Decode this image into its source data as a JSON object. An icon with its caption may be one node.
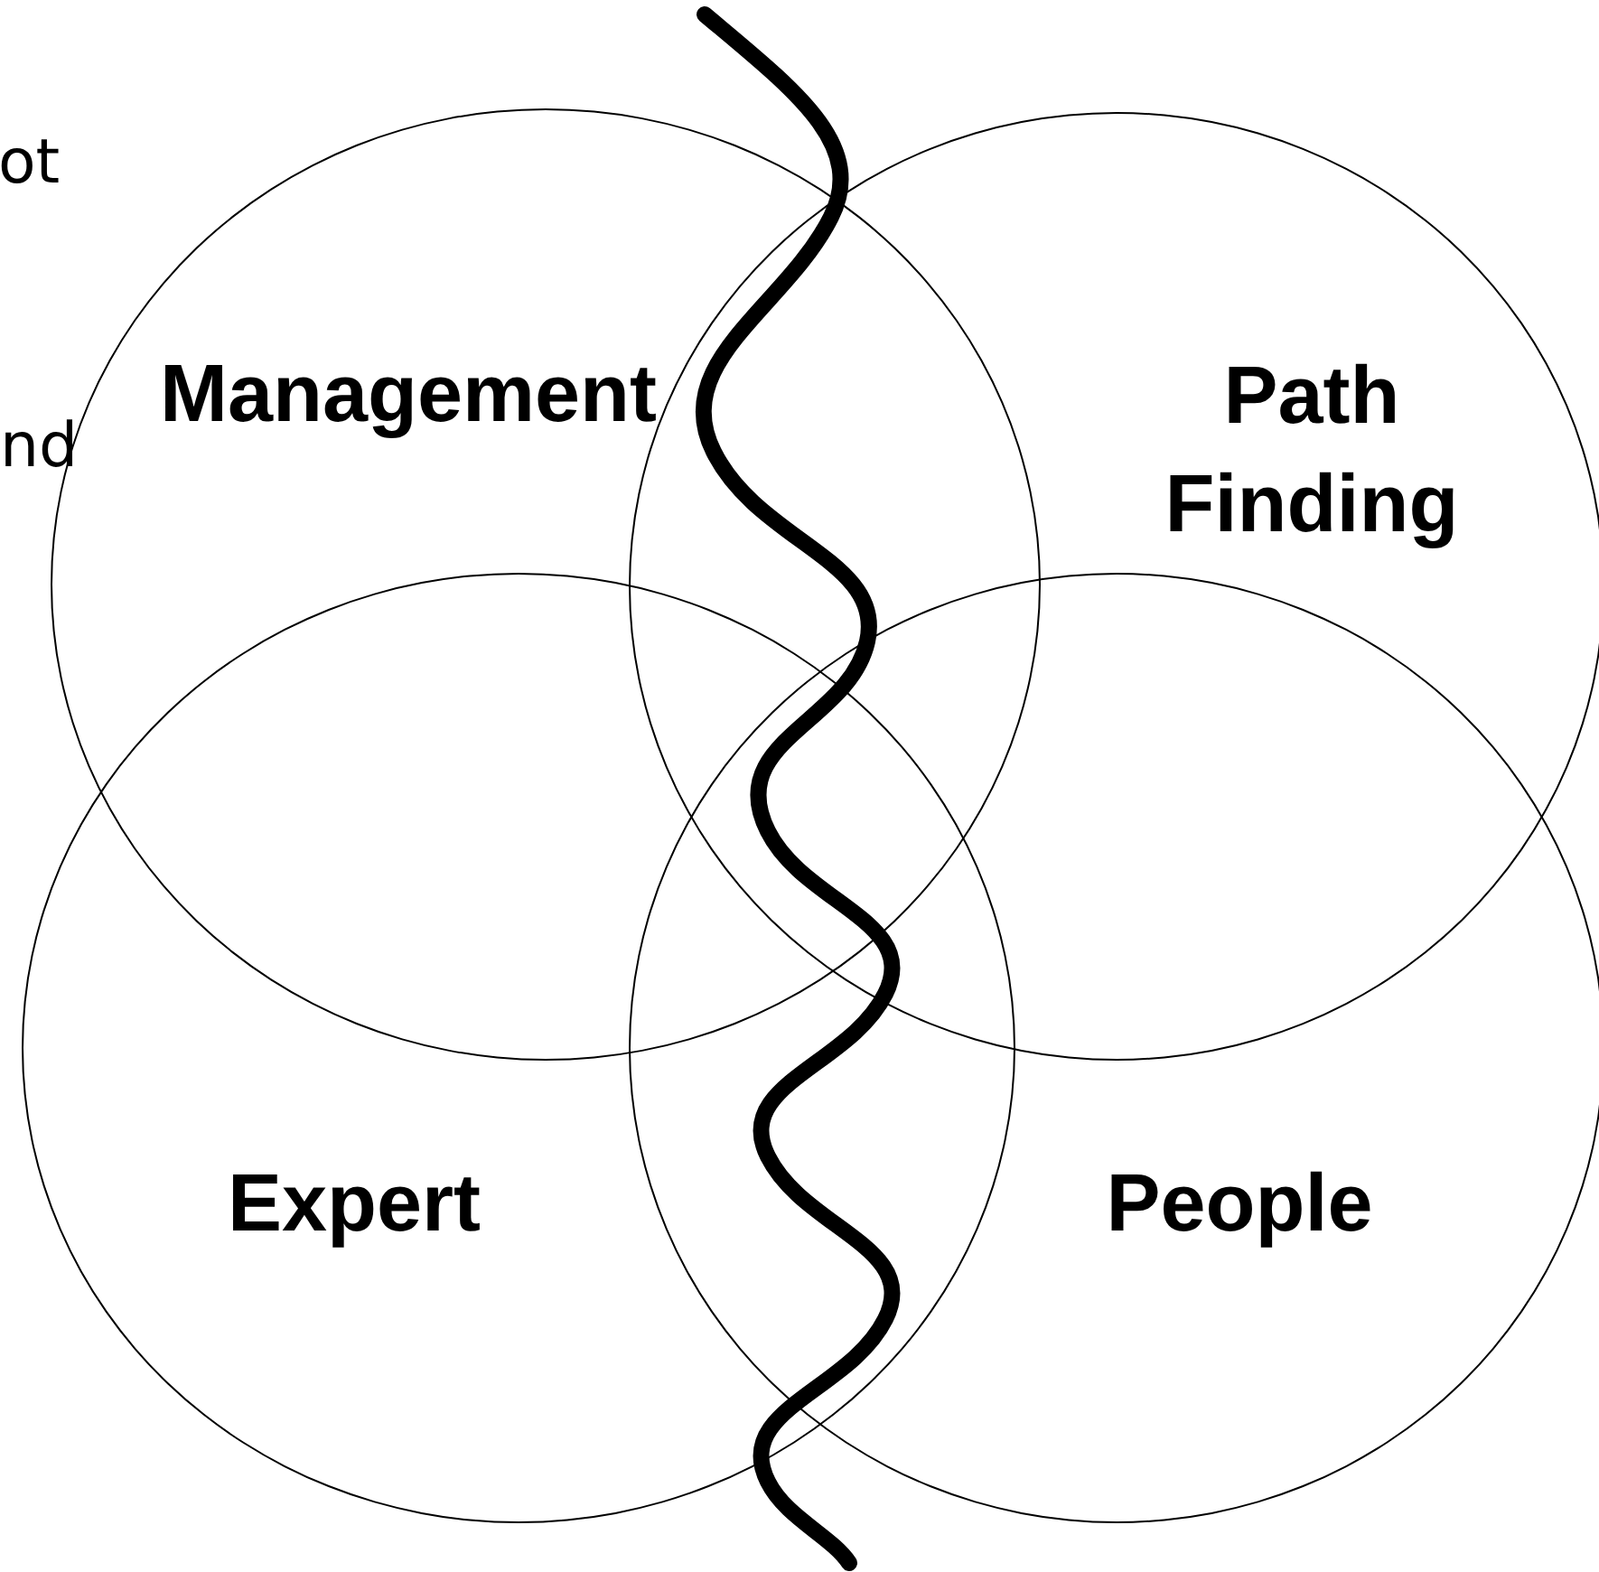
{
  "diagram": {
    "nodes": [
      {
        "text": [
          "Management"
        ]
      },
      {
        "text": [
          "Path Finding"
        ]
      },
      {
        "text": [
          "Expert"
        ]
      },
      {
        "text": [
          "People"
        ]
      }
    ],
    "labels": [
      "ot",
      "nd"
    ]
  }
}
